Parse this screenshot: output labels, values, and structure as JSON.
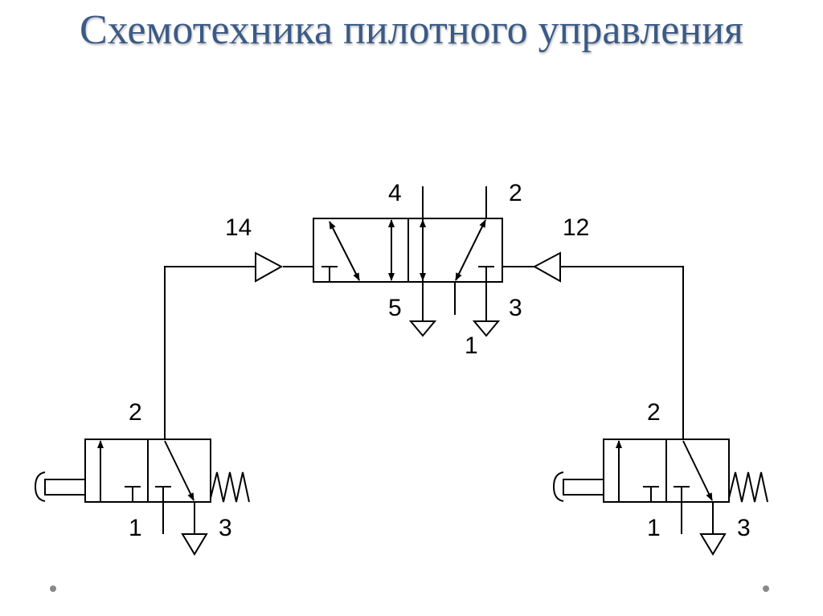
{
  "title": "Схемотехника пилотного управления",
  "main_valve": {
    "port_4": "4",
    "port_2": "2",
    "port_5": "5",
    "port_3": "3",
    "port_1": "1",
    "pilot_left": "14",
    "pilot_right": "12"
  },
  "left_valve": {
    "port_2": "2",
    "port_1": "1",
    "port_3": "3"
  },
  "right_valve": {
    "port_2": "2",
    "port_1": "1",
    "port_3": "3"
  }
}
